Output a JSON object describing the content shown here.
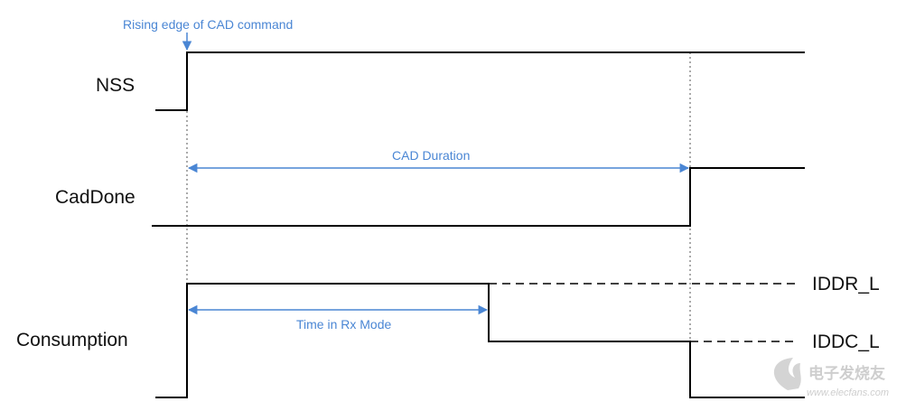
{
  "signals": {
    "nss": "NSS",
    "caddone": "CadDone",
    "consumption": "Consumption"
  },
  "annotations": {
    "rising_edge": "Rising edge of CAD command",
    "cad_duration": "CAD Duration",
    "time_in_rx": "Time in Rx Mode"
  },
  "levels": {
    "iddr": "IDDR_L",
    "iddc": "IDDC_L"
  },
  "watermark": {
    "text": "电子发烧友",
    "url": "www.elecfans.com"
  },
  "colors": {
    "line": "#000000",
    "annotation": "#4a86d4",
    "guide": "#555555"
  }
}
